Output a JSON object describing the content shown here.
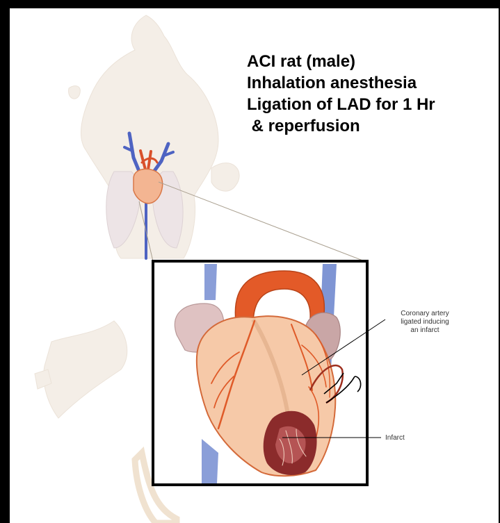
{
  "procedure": {
    "line1": "ACI rat (male)",
    "line2": "Inhalation anesthesia",
    "line3": "Ligation of LAD for 1 Hr",
    "line4": " & reperfusion"
  },
  "callouts": {
    "coronary_line1": "Coronary artery",
    "coronary_line2": "ligated inducing",
    "coronary_line3": "an infarct",
    "infarct": "Infarct"
  },
  "colors": {
    "background": "#000000",
    "slide": "#ffffff",
    "rat_silhouette": "#f2ece4",
    "vein": "#5a6cc0",
    "artery": "#e05525",
    "heart_muscle": "#f6c9a8",
    "infarct": "#8a2a2a"
  }
}
